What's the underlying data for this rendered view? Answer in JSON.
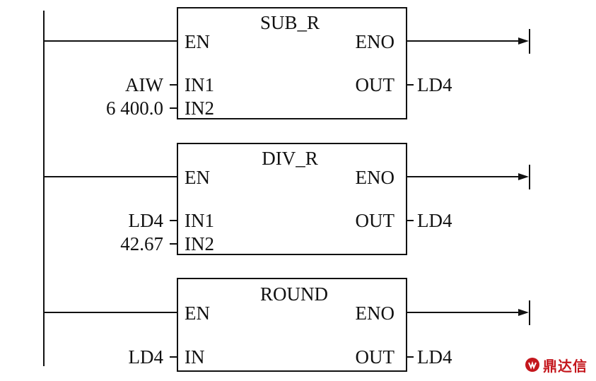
{
  "rungs": [
    {
      "title": "SUB_R",
      "en": "EN",
      "eno": "ENO",
      "inputs": [
        {
          "pin": "IN1",
          "operand": "AIW"
        },
        {
          "pin": "IN2",
          "operand": "6 400.0"
        }
      ],
      "out_pin": "OUT",
      "out_operand": "LD4"
    },
    {
      "title": "DIV_R",
      "en": "EN",
      "eno": "ENO",
      "inputs": [
        {
          "pin": "IN1",
          "operand": "LD4"
        },
        {
          "pin": "IN2",
          "operand": "42.67"
        }
      ],
      "out_pin": "OUT",
      "out_operand": "LD4"
    },
    {
      "title": "ROUND",
      "en": "EN",
      "eno": "ENO",
      "inputs": [
        {
          "pin": "IN",
          "operand": "LD4"
        }
      ],
      "out_pin": "OUT",
      "out_operand": "LD4"
    }
  ],
  "watermark": {
    "text": "鼎达信",
    "color": "#c4161c"
  }
}
